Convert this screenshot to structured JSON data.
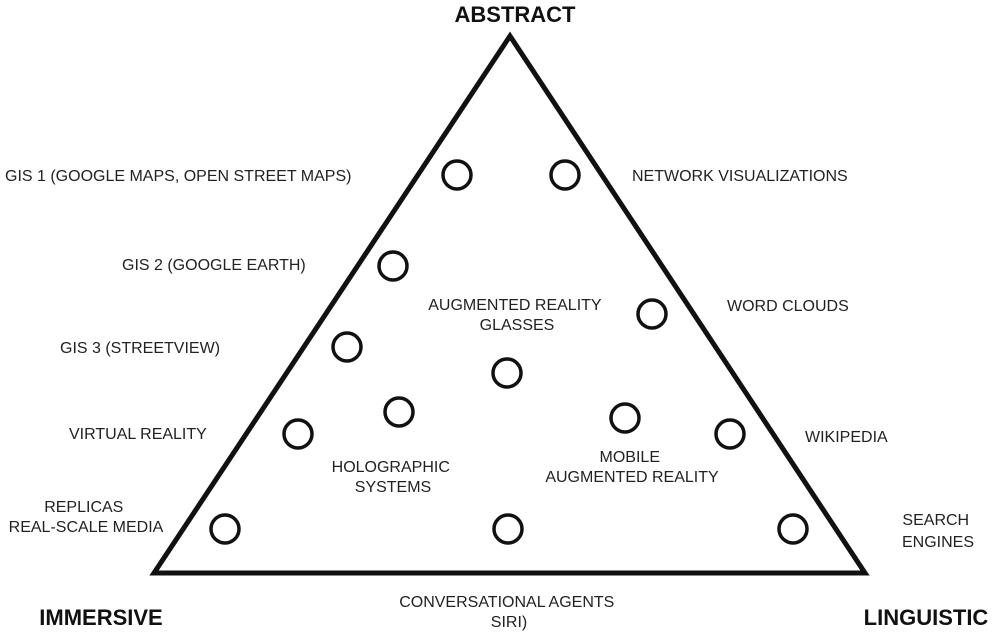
{
  "corners": {
    "top": "ABSTRACT",
    "bottom_left": "IMMERSIVE",
    "bottom_right": "LINGUISTIC"
  },
  "labels": {
    "gis1": "GIS 1 (GOOGLE MAPS,  OPEN STREET MAPS)",
    "network": "NETWORK VISUALIZATIONS",
    "gis2": "GIS 2 (GOOGLE EARTH)",
    "ar_glasses": [
      "AUGMENTED REALITY",
      "GLASSES"
    ],
    "word_clouds": "WORD CLOUDS",
    "gis3": "GIS 3 (STREETVIEW)",
    "virtual_reality": "VIRTUAL REALITY",
    "wikipedia": "WIKIPEDIA",
    "holographic": [
      "HOLOGRAPHIC",
      "SYSTEMS"
    ],
    "mobile_ar": [
      "MOBILE",
      "AUGMENTED REALITY"
    ],
    "replicas": [
      "REPLICAS",
      "REAL-SCALE MEDIA"
    ],
    "search_engines": [
      "SEARCH",
      "ENGINES"
    ],
    "conversational": [
      "CONVERSATIONAL AGENTS",
      "SIRI)"
    ]
  },
  "colors": {
    "stroke": "#111111",
    "background": "#ffffff"
  }
}
